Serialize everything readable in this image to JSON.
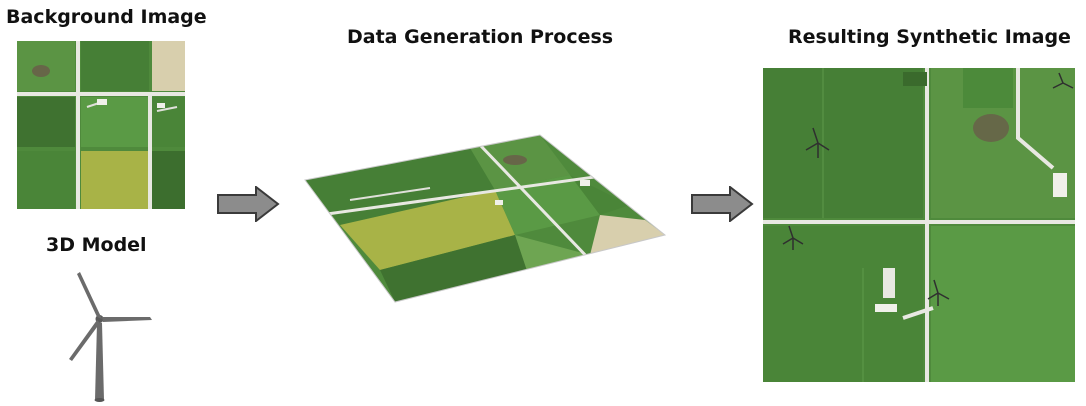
{
  "labels": {
    "background": "Background Image",
    "process": "Data Generation Process",
    "result": "Resulting Synthetic Image",
    "model": "3D Model"
  },
  "icons": {
    "arrow": "right-arrow-icon",
    "model": "wind-turbine-icon"
  },
  "colors": {
    "field_green": "#4f8a3c",
    "field_dark": "#3f7230",
    "field_light": "#6ea552",
    "field_yellow": "#a8b347",
    "field_tan": "#d8cfad",
    "road": "#e8e8e2",
    "arrow_fill": "#8c8c8c",
    "arrow_stroke": "#3a3a3a",
    "turbine": "#6b6b6b"
  }
}
